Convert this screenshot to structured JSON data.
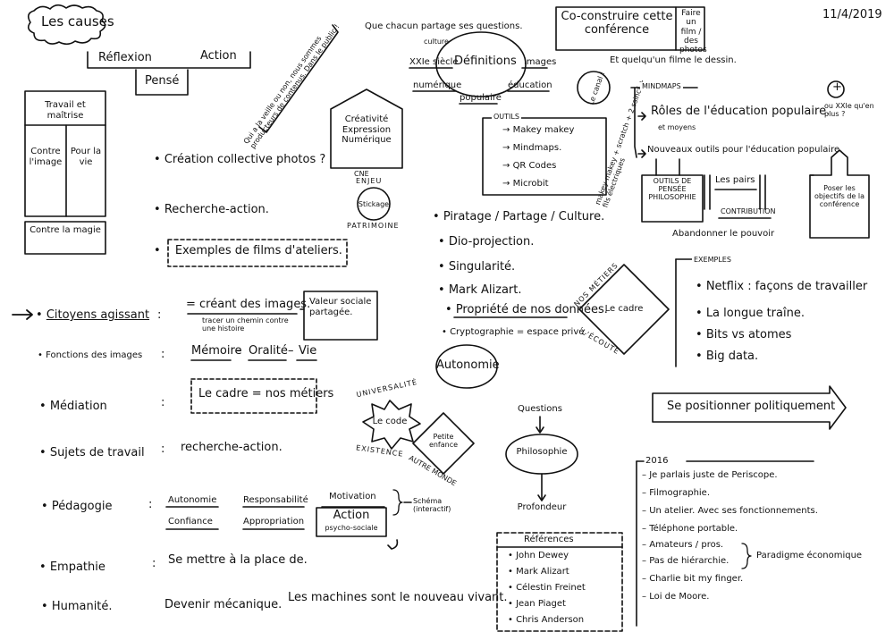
{
  "header": {
    "title_cloud": "Les causes",
    "date": "11/4/2019",
    "box_left": "Co-construire cette conférence",
    "box_right": "Faire un film / des photos",
    "caption": "Et quelqu'un filme le dessin."
  },
  "left_top": {
    "reflexion": "Réflexion",
    "action": "Action",
    "pense": "Pensé",
    "rotated_note": "Qui a la veille ou non, nous sommes producteurs de contenus. Dans le public !"
  },
  "left_frame": {
    "top": "Travail et maîtrise",
    "contre_image": "Contre l'image",
    "pour_vie": "Pour la vie",
    "contre_magie": "Contre la magie"
  },
  "house": {
    "lines": [
      "Créativité",
      "Expression",
      "Numérique"
    ],
    "footer": "CNE"
  },
  "left_bullets": {
    "creation": "Création collective photos ?",
    "recherche": "Recherche-action.",
    "exemples": "Exemples de films d'ateliers."
  },
  "stickage": {
    "top": "ENJEU",
    "center": "Stickage",
    "bottom": "PATRIMOINE"
  },
  "citoyens": {
    "label": "Citoyens agissant",
    "colon": ":",
    "item1": "= créant des images.",
    "item2": "tracer un chemin contre une histoire",
    "box": "Valeur sociale partagée."
  },
  "fonctions": {
    "label": "Fonctions des images",
    "colon": ":",
    "memoire": "Mémoire",
    "oralite": "Oralité",
    "vie": "Vie",
    "dash": "–"
  },
  "mediation": {
    "label": "Médiation",
    "colon": ":",
    "box": "Le cadre = nos métiers"
  },
  "sujets": {
    "label": "Sujets de travail",
    "colon": ":",
    "value": "recherche-action."
  },
  "pedagogie": {
    "label": "Pédagogie",
    "colon": ":",
    "autonomie": "Autonomie",
    "confiance": "Confiance",
    "responsabilite": "Responsabilité",
    "appropriation": "Appropriation",
    "motivation": "Motivation",
    "action": "Action",
    "action_sub": "psycho-sociale",
    "schema": "Schéma (interactif)"
  },
  "empathie": {
    "label": "Empathie",
    "colon": ":",
    "value": "Se mettre à la place de."
  },
  "humanite": {
    "label": "Humanité.",
    "value": "Devenir mécanique.",
    "note": "Les machines sont le nouveau vivant."
  },
  "universalite": {
    "top": "UNIVERSALITÉ",
    "center": "Le code",
    "bottom": "EXISTENCE"
  },
  "petite_enfance": {
    "label": "Petite enfance",
    "sub": "AUTRE MONDE"
  },
  "questions_top": "Que chacun partage ses questions.",
  "cloud_map": {
    "center": "Définitions",
    "culture": "culture",
    "xxi": "XXIe siècle",
    "images": "images",
    "numerique": "numérique",
    "education": "éducation",
    "populaire": "populaire"
  },
  "outils": {
    "title": "OUTILS",
    "items": [
      "Makey makey",
      "Mindmaps.",
      "QR Codes",
      "Microbit"
    ],
    "side": "makey makey + scratch + 2 ssincf + fils électriques"
  },
  "le_canal": "Le canal !",
  "mid_list": {
    "items": [
      "Piratage / Partage / Culture.",
      "Dio-projection.",
      "Singularité.",
      "Mark Alizart.",
      "Propriété de nos données.",
      "Cryptographie = espace privé."
    ],
    "oval": "Autonomie"
  },
  "metiers_diamond": {
    "top": "NOS MÉTIERS",
    "center": "Le cadre",
    "bottom": "L'ÉCOUTE"
  },
  "questions_flow": {
    "questions": "Questions",
    "philosophie": "Philosophie",
    "profondeur": "Profondeur"
  },
  "references": {
    "title": "Références",
    "items": [
      "John Dewey",
      "Mark Alizart",
      "Célestin Freinet",
      "Jean Piaget",
      "Chris Anderson"
    ]
  },
  "mindmaps": {
    "title": "MINDMAPS",
    "roles": "Rôles de l'éducation populaire.",
    "roles_sub": "et moyens",
    "nouveaux": "Nouveaux outils pour l'éducation populaire.",
    "outils_pensee": "OUTILS DE PENSÉE PHILOSOPHIE",
    "les_pairs": "Les pairs",
    "contribution": "CONTRIBUTION",
    "abandonner": "Abandonner le pouvoir",
    "plus_note": "ou XXIe qu'en plus ?",
    "plus_symbol": "+",
    "poser": "Poser les objectifs de la conférence"
  },
  "exemples": {
    "title": "EXEMPLES",
    "items": [
      "Netflix : façons de travailler",
      "La longue traîne.",
      "Bits vs atomes",
      "Big data."
    ]
  },
  "arrow_box": "Se positionner politiquement",
  "year_list": {
    "year": "2016",
    "items": [
      "Je parlais juste de Periscope.",
      "Filmographie.",
      "Un atelier. Avec ses fonctionnements.",
      "Téléphone portable.",
      "Amateurs / pros.",
      "Pas de hiérarchie.",
      "Charlie bit my finger.",
      "Loi de Moore."
    ],
    "brace_note": "Paradigme économique"
  }
}
